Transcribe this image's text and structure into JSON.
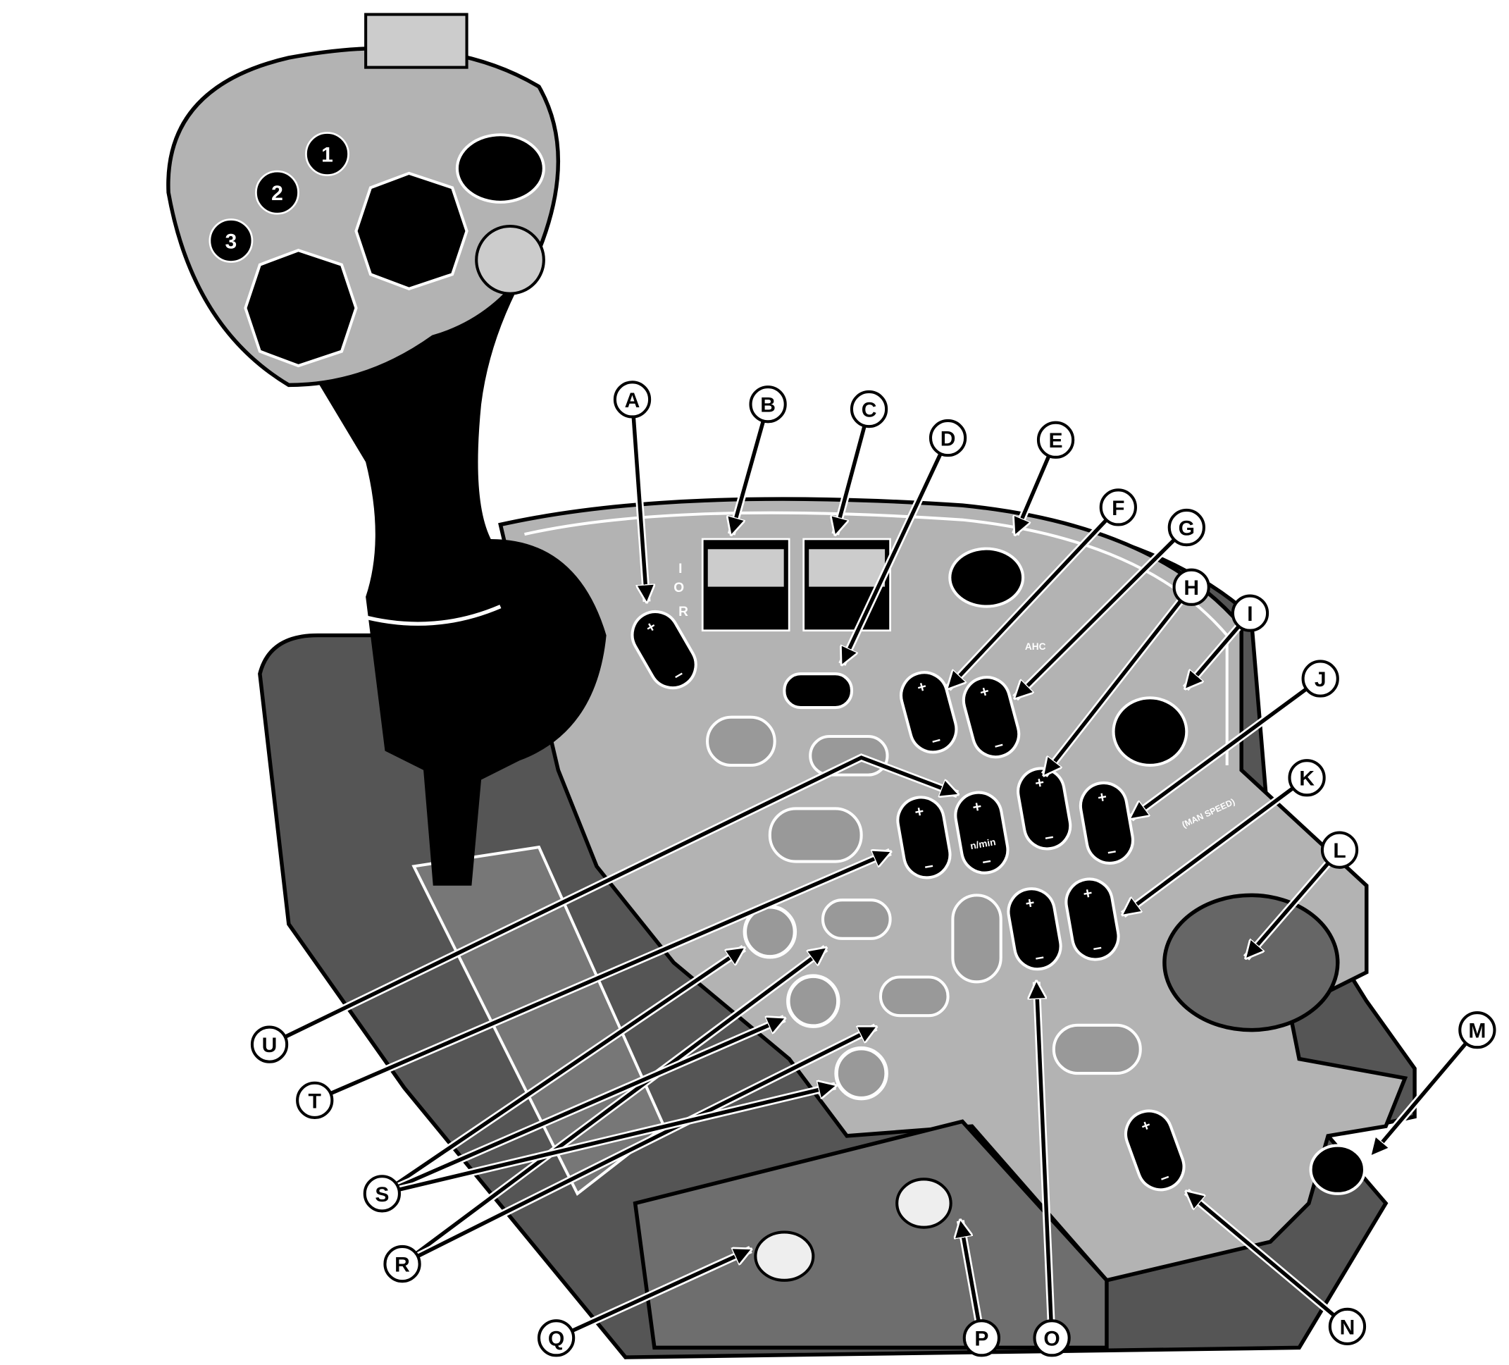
{
  "figure": {
    "callouts": [
      "A",
      "B",
      "C",
      "D",
      "E",
      "F",
      "G",
      "H",
      "I",
      "J",
      "K",
      "L",
      "M",
      "N",
      "O",
      "P",
      "Q",
      "R",
      "S",
      "T",
      "U"
    ],
    "joystick_buttons": [
      "1",
      "2",
      "3"
    ],
    "switch_positions": [
      "I",
      "O",
      "R"
    ],
    "rocker_plus": "+",
    "rocker_minus": "−",
    "engine_speed_unit": "n/min",
    "ahc_label": "AHC",
    "man_speed_label": "(MAN SPEED)"
  }
}
